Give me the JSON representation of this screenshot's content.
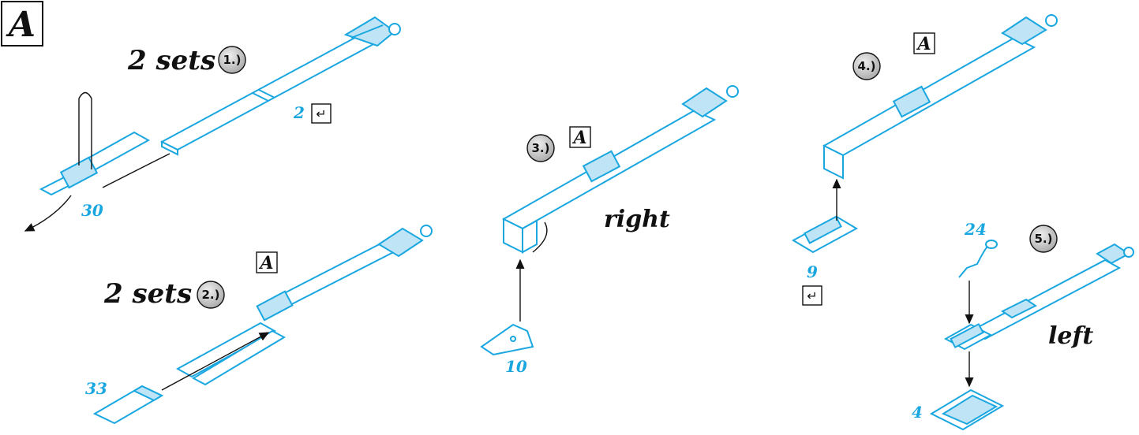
{
  "section_label": "A",
  "steps": [
    {
      "num": "1.)",
      "caption": "2 sets"
    },
    {
      "num": "2.)",
      "caption": "2 sets"
    },
    {
      "num": "3.)",
      "caption": "right"
    },
    {
      "num": "4.)",
      "caption": ""
    },
    {
      "num": "5.)",
      "caption": "left"
    }
  ],
  "ref_labels": [
    "A",
    "A",
    "A"
  ],
  "part_numbers": {
    "step1_strap": "2",
    "step1_buckle": "30",
    "step2_pad": "33",
    "step3_anchor": "10",
    "step4_buckle": "9",
    "step5_pin": "24",
    "step5_plate": "4"
  },
  "symbols": {
    "bend_symbol": "↵"
  },
  "colors": {
    "part_line": "#1aa7e0",
    "part_fill": "#bfe4f6",
    "ink": "#111111",
    "badge_fill": "#c8c8c8"
  }
}
